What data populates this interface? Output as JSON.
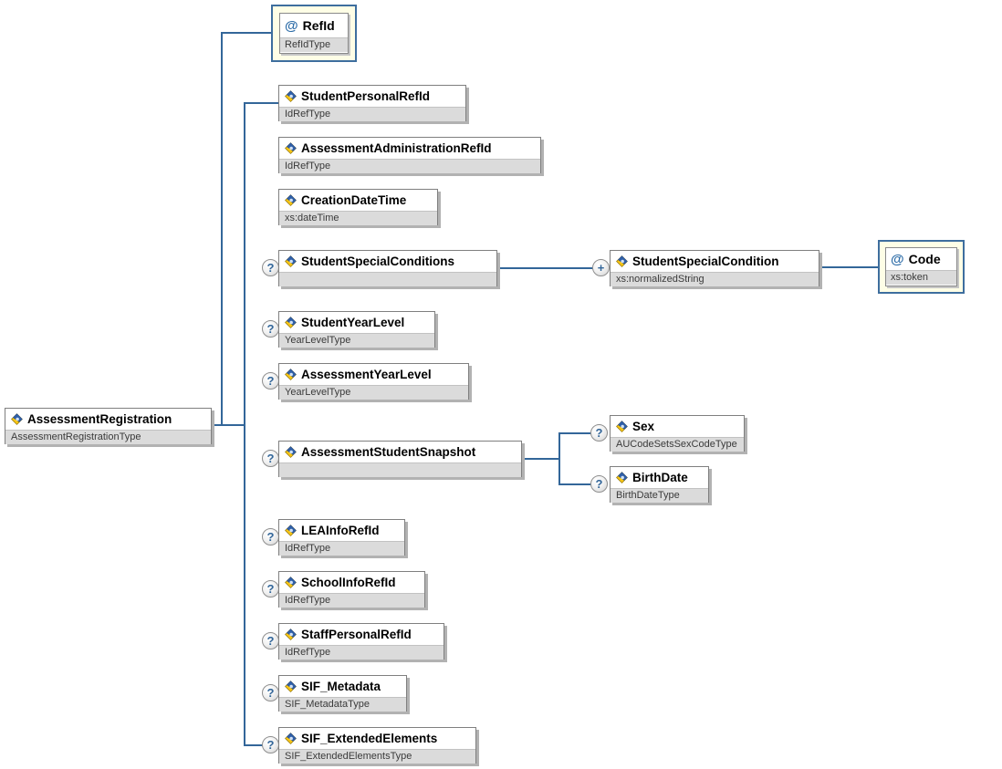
{
  "symbols": {
    "attribute": "@",
    "optional": "?",
    "repeats": "+"
  },
  "colors": {
    "connector": "#336699",
    "attribute_box_fill": "#fefee6",
    "attribute_box_border": "#3e6e9e",
    "type_row_fill": "#dbdbdb",
    "element_icon_blue": "#2f5fa8",
    "element_icon_yellow": "#f7c515"
  },
  "nodes": {
    "root": {
      "name": "AssessmentRegistration",
      "type": "AssessmentRegistrationType"
    },
    "refid": {
      "name": "RefId",
      "type": "RefIdType"
    },
    "studentPersonalRefId": {
      "name": "StudentPersonalRefId",
      "type": "IdRefType"
    },
    "assessmentAdminRefId": {
      "name": "AssessmentAdministrationRefId",
      "type": "IdRefType"
    },
    "creationDateTime": {
      "name": "CreationDateTime",
      "type": "xs:dateTime"
    },
    "studentSpecialConditions": {
      "name": "StudentSpecialConditions",
      "type": ""
    },
    "studentSpecialCondition": {
      "name": "StudentSpecialCondition",
      "type": "xs:normalizedString"
    },
    "code": {
      "name": "Code",
      "type": "xs:token"
    },
    "studentYearLevel": {
      "name": "StudentYearLevel",
      "type": "YearLevelType"
    },
    "assessmentYearLevel": {
      "name": "AssessmentYearLevel",
      "type": "YearLevelType"
    },
    "assessmentStudentSnapshot": {
      "name": "AssessmentStudentSnapshot",
      "type": ""
    },
    "sex": {
      "name": "Sex",
      "type": "AUCodeSetsSexCodeType"
    },
    "birthDate": {
      "name": "BirthDate",
      "type": "BirthDateType"
    },
    "leaInfoRefId": {
      "name": "LEAInfoRefId",
      "type": "IdRefType"
    },
    "schoolInfoRefId": {
      "name": "SchoolInfoRefId",
      "type": "IdRefType"
    },
    "staffPersonalRefId": {
      "name": "StaffPersonalRefId",
      "type": "IdRefType"
    },
    "sifMetadata": {
      "name": "SIF_Metadata",
      "type": "SIF_MetadataType"
    },
    "sifExtendedElements": {
      "name": "SIF_ExtendedElements",
      "type": "SIF_ExtendedElementsType"
    }
  }
}
